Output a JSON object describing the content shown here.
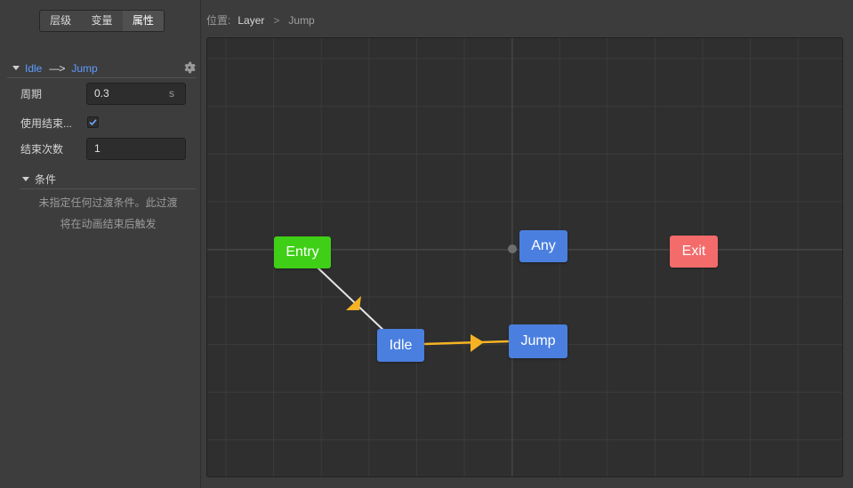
{
  "tabs": [
    {
      "label": "层级"
    },
    {
      "label": "变量"
    },
    {
      "label": "属性"
    }
  ],
  "transition": {
    "from": "Idle",
    "arrow": "—>",
    "to": "Jump"
  },
  "properties": {
    "duration": {
      "label": "周期",
      "value": "0.3",
      "unit": "s"
    },
    "exit_condition": {
      "label": "使用结束...",
      "checked": true
    },
    "exit_count": {
      "label": "结束次数",
      "value": "1"
    }
  },
  "conditions": {
    "label": "条件",
    "note_line1": "未指定任何过渡条件。此过渡",
    "note_line2": "将在动画结束后触发"
  },
  "breadcrumb": {
    "prefix": "位置:",
    "layer": "Layer",
    "separator": ">",
    "current": "Jump"
  },
  "graph": {
    "nodes": {
      "entry": {
        "label": "Entry",
        "color": "#3fcf16"
      },
      "any": {
        "label": "Any",
        "color": "#4a7fe0"
      },
      "exit": {
        "label": "Exit",
        "color": "#f46b6b"
      },
      "idle": {
        "label": "Idle",
        "color": "#4a7fe0"
      },
      "jump": {
        "label": "Jump",
        "color": "#4a7fe0"
      }
    },
    "colors": {
      "selected_transition": "#f5b324",
      "default_transition": "#e6e6e6",
      "background": "#2f2f2f",
      "grid": "#3b3b3b"
    }
  },
  "accent": "#5e9cff"
}
